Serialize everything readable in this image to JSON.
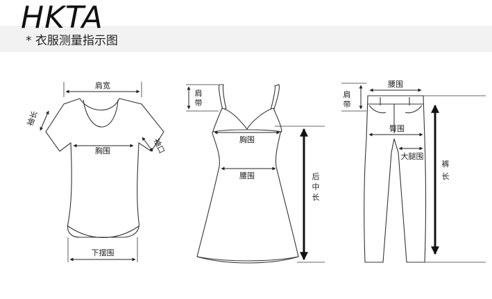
{
  "brand": "HKTA",
  "title": "* 衣服测量指示图",
  "tshirt": {
    "shoulder": "肩宽",
    "sleeve": "袖长",
    "cuff": "袖口",
    "chest": "胸围",
    "hem": "下摆围"
  },
  "dress": {
    "strap": [
      "肩",
      "带"
    ],
    "chest": "胸围",
    "waist": "腰围",
    "back_length": [
      "后",
      "中",
      "长"
    ]
  },
  "pants": {
    "strap": [
      "肩",
      "带"
    ],
    "waist": "腰围",
    "hip": "臀围",
    "thigh": "大腿围",
    "length": [
      "裤",
      "长"
    ]
  }
}
